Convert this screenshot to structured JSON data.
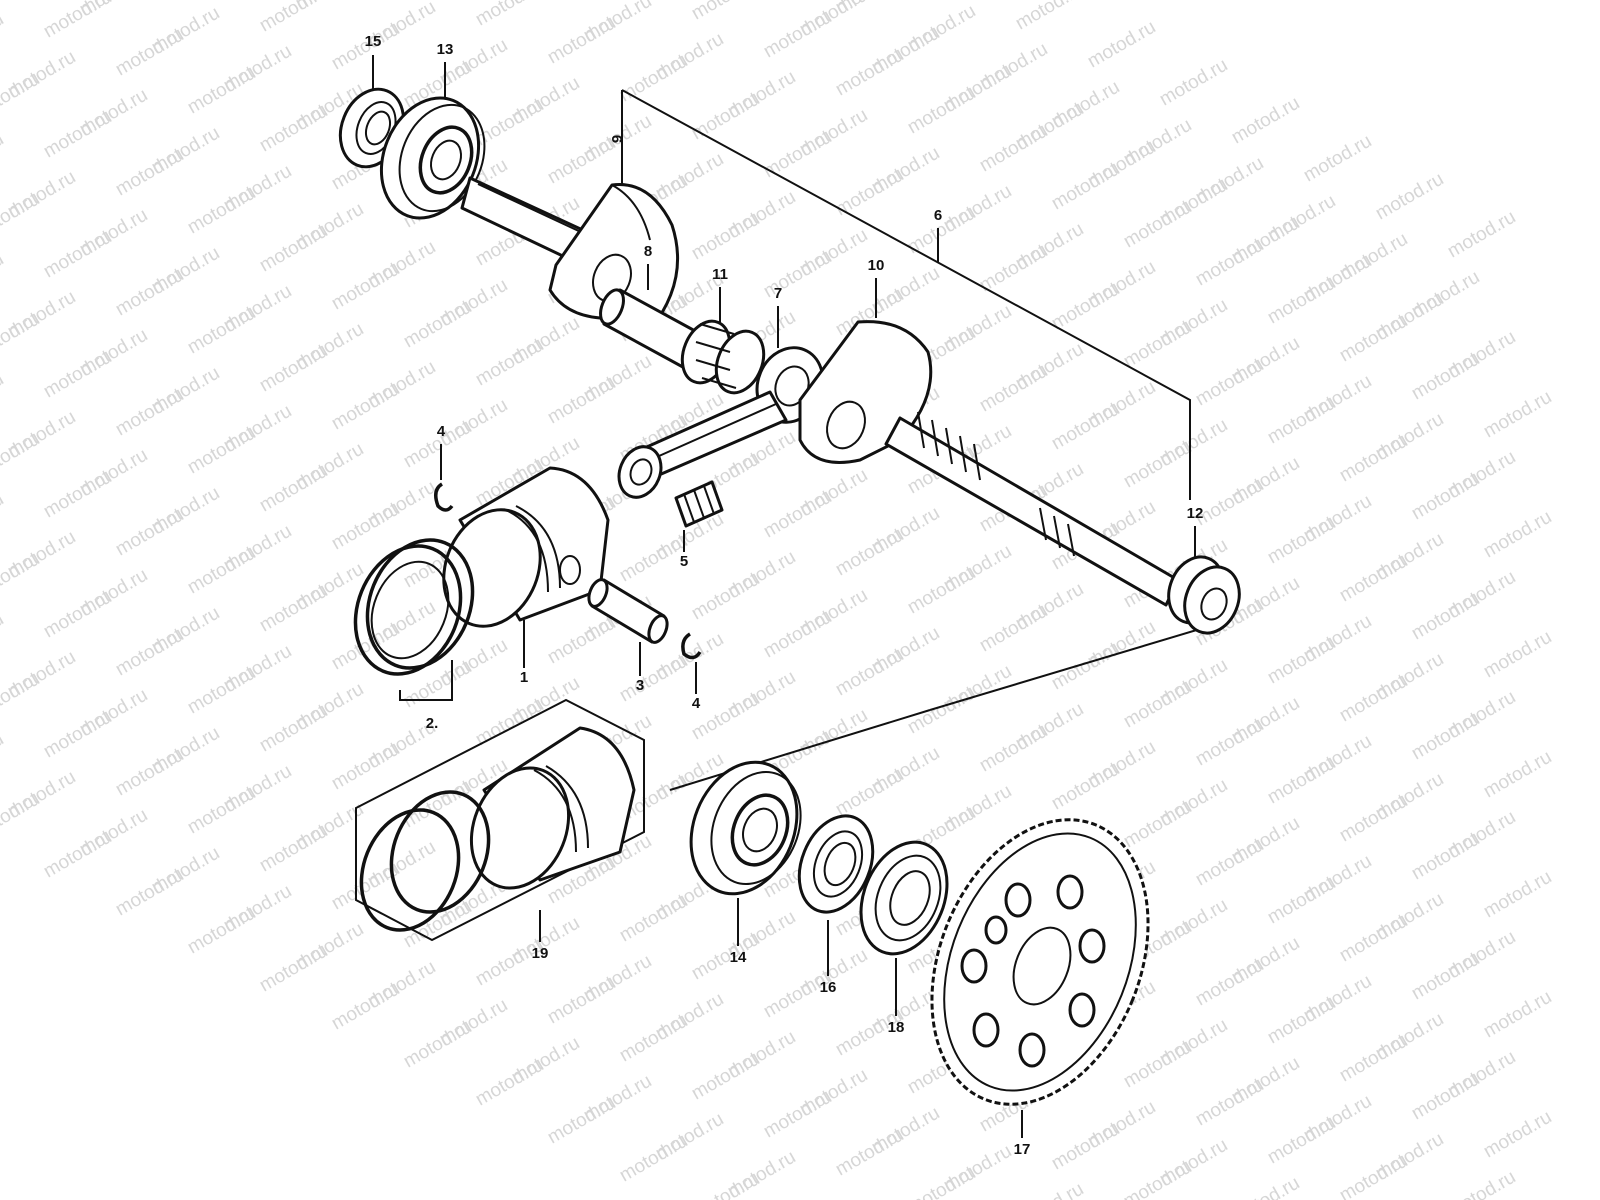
{
  "watermark": {
    "text": "motod.ru"
  },
  "callouts": {
    "c1": "1",
    "c2": "2.",
    "c3": "3",
    "c4a": "4",
    "c4b": "4",
    "c5": "5",
    "c6": "6",
    "c7": "7",
    "c8": "8",
    "c9": "9",
    "c10": "10",
    "c11": "11",
    "c12": "12",
    "c13": "13",
    "c14": "14",
    "c15": "15",
    "c16": "16",
    "c17": "17",
    "c18": "18",
    "c19": "19"
  }
}
